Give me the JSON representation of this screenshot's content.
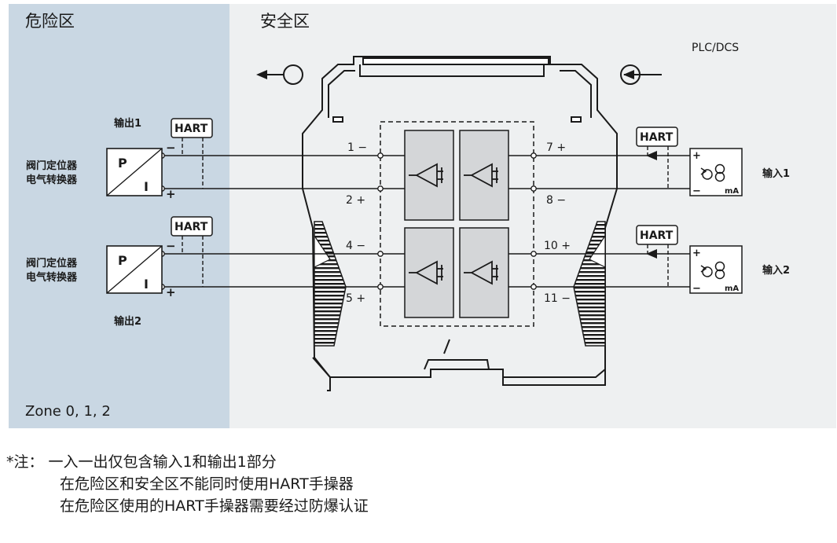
{
  "zones": {
    "hazardous_title": "危险区",
    "safe_title": "安全区",
    "zone_label": "Zone 0, 1, 2",
    "hazardous_color": "#c9d7e3",
    "safe_color": "#eef0f1"
  },
  "plc_label": "PLC/DCS",
  "left_side": {
    "channel1_caption": "输出1",
    "channel2_caption": "输出2",
    "device_line1": "阀门定位器",
    "device_line2": "电气转换器",
    "converter_p": "P",
    "converter_i": "I",
    "minus": "−",
    "plus": "+",
    "hart": "HART"
  },
  "terminals": {
    "t1": "1 −",
    "t2": "2 +",
    "t4": "4 −",
    "t5": "5 +",
    "t7": "7 +",
    "t8": "8 −",
    "t10": "10 +",
    "t11": "11 −"
  },
  "right_side": {
    "input1": "输入1",
    "input2": "输入2",
    "ma": "mA",
    "plus": "+",
    "minus": "−",
    "hart": "HART"
  },
  "notes": {
    "line1": "*注：  一入一出仅包含输入1和输出1部分",
    "line2": "在危险区和安全区不能同时使用HART手操器",
    "line3": "在危险区使用的HART手操器需要经过防爆认证"
  }
}
